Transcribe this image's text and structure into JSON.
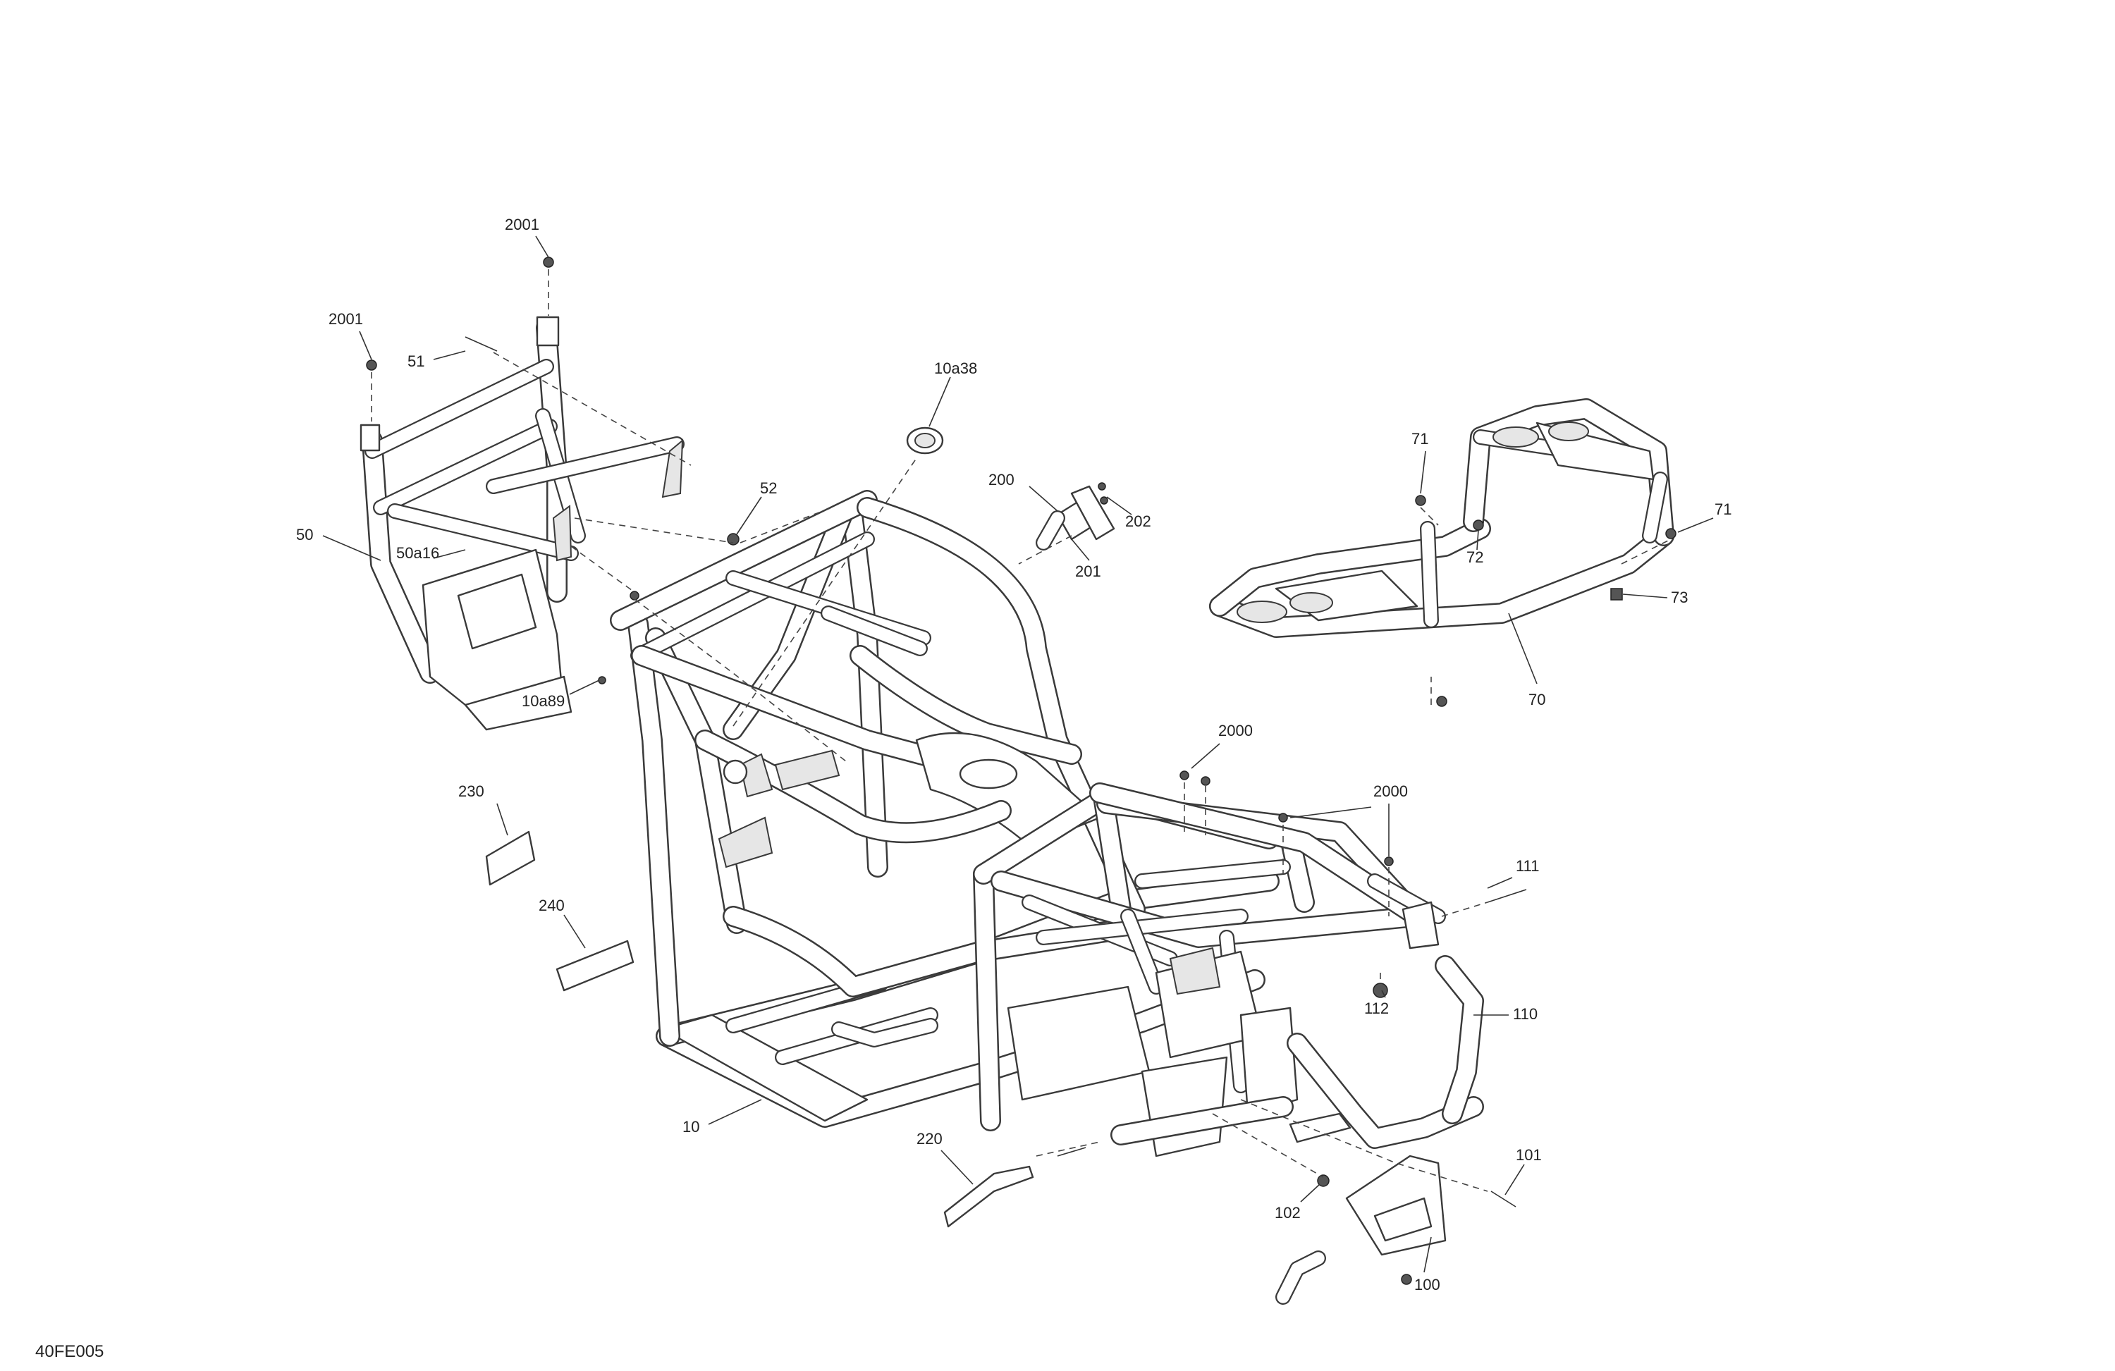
{
  "figure_code": "40FE005",
  "callouts": [
    {
      "id": "c2001a",
      "text": "2001"
    },
    {
      "id": "c2001b",
      "text": "2001"
    },
    {
      "id": "c51",
      "text": "51"
    },
    {
      "id": "c50",
      "text": "50"
    },
    {
      "id": "c50a16",
      "text": "50a16"
    },
    {
      "id": "c10a89",
      "text": "10a89"
    },
    {
      "id": "c52",
      "text": "52"
    },
    {
      "id": "c10a38",
      "text": "10a38"
    },
    {
      "id": "c200",
      "text": "200"
    },
    {
      "id": "c201",
      "text": "201"
    },
    {
      "id": "c202",
      "text": "202"
    },
    {
      "id": "c71a",
      "text": "71"
    },
    {
      "id": "c71b",
      "text": "71"
    },
    {
      "id": "c72",
      "text": "72"
    },
    {
      "id": "c73",
      "text": "73"
    },
    {
      "id": "c70",
      "text": "70"
    },
    {
      "id": "c2000a",
      "text": "2000"
    },
    {
      "id": "c2000b",
      "text": "2000"
    },
    {
      "id": "c111",
      "text": "111"
    },
    {
      "id": "c112",
      "text": "112"
    },
    {
      "id": "c110",
      "text": "110"
    },
    {
      "id": "c230",
      "text": "230"
    },
    {
      "id": "c240",
      "text": "240"
    },
    {
      "id": "c10",
      "text": "10"
    },
    {
      "id": "c220",
      "text": "220"
    },
    {
      "id": "c101",
      "text": "101"
    },
    {
      "id": "c102",
      "text": "102"
    },
    {
      "id": "c100",
      "text": "100"
    }
  ]
}
